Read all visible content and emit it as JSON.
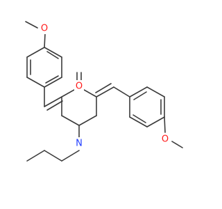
{
  "molecule": {
    "atoms": {
      "o1": {
        "label": "O",
        "color": "#ff1a1a"
      },
      "o2": {
        "label": "O",
        "color": "#ff1a1a"
      },
      "o3": {
        "label": "O",
        "color": "#ff1a1a"
      },
      "n1": {
        "label": "N",
        "color": "#1f3cff"
      }
    },
    "bond_color": "#3a3a3a",
    "background": "#ffffff"
  }
}
